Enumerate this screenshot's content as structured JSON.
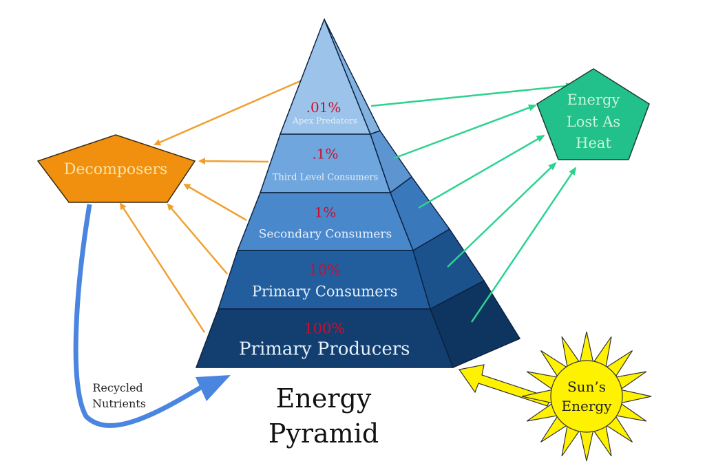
{
  "title": {
    "line1": "Energy",
    "line2": "Pyramid"
  },
  "levels": [
    {
      "percent": ".01%",
      "name": "Apex Predators"
    },
    {
      "percent": ".1%",
      "name": "Third Level Consumers"
    },
    {
      "percent": "1%",
      "name": "Secondary Consumers"
    },
    {
      "percent": "10%",
      "name": "Primary Consumers"
    },
    {
      "percent": "100%",
      "name": "Primary Producers"
    }
  ],
  "decomposers": {
    "label": "Decomposers",
    "color": "#F0900E"
  },
  "heat": {
    "line1": "Energy",
    "line2": "Lost As",
    "line3": "Heat",
    "color": "#22C08A"
  },
  "sun": {
    "line1": "Sun’s",
    "line2": "Energy",
    "color": "#FFF200"
  },
  "recycled": {
    "line1": "Recycled",
    "line2": "Nutrients",
    "color": "#4A86E0"
  },
  "colors": {
    "percent_text": "#C8102E",
    "level_fills": [
      "#9CC3EA",
      "#6FA6DD",
      "#4A88CC",
      "#225E9E",
      "#123E70"
    ],
    "side_fills": [
      "#84B2E0",
      "#5C95D0",
      "#3A78BC",
      "#1C528C",
      "#0E3460"
    ],
    "orange_arrow": "#F0A030",
    "green_arrow": "#2BD38F"
  }
}
